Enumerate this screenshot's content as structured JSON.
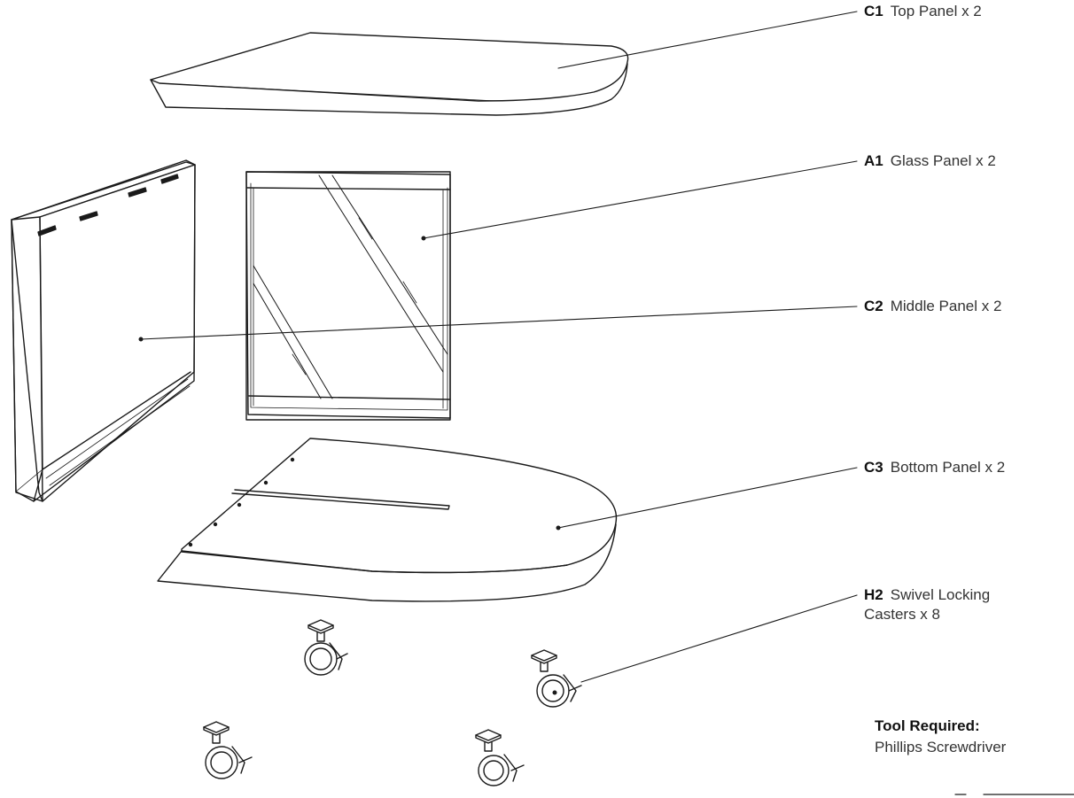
{
  "parts": [
    {
      "code": "C1",
      "name": "Top Panel x 2"
    },
    {
      "code": "A1",
      "name": "Glass Panel x 2"
    },
    {
      "code": "C2",
      "name": "Middle Panel x 2"
    },
    {
      "code": "C3",
      "name": "Bottom Panel x 2"
    },
    {
      "code": "H2",
      "name_line1": "Swivel Locking",
      "name_line2": "Casters x 8"
    }
  ],
  "tool": {
    "title": "Tool Required:",
    "name": "Phillips Screwdriver"
  },
  "colors": {
    "line": "#1a1a1a",
    "text": "#333333",
    "background": "#ffffff"
  }
}
